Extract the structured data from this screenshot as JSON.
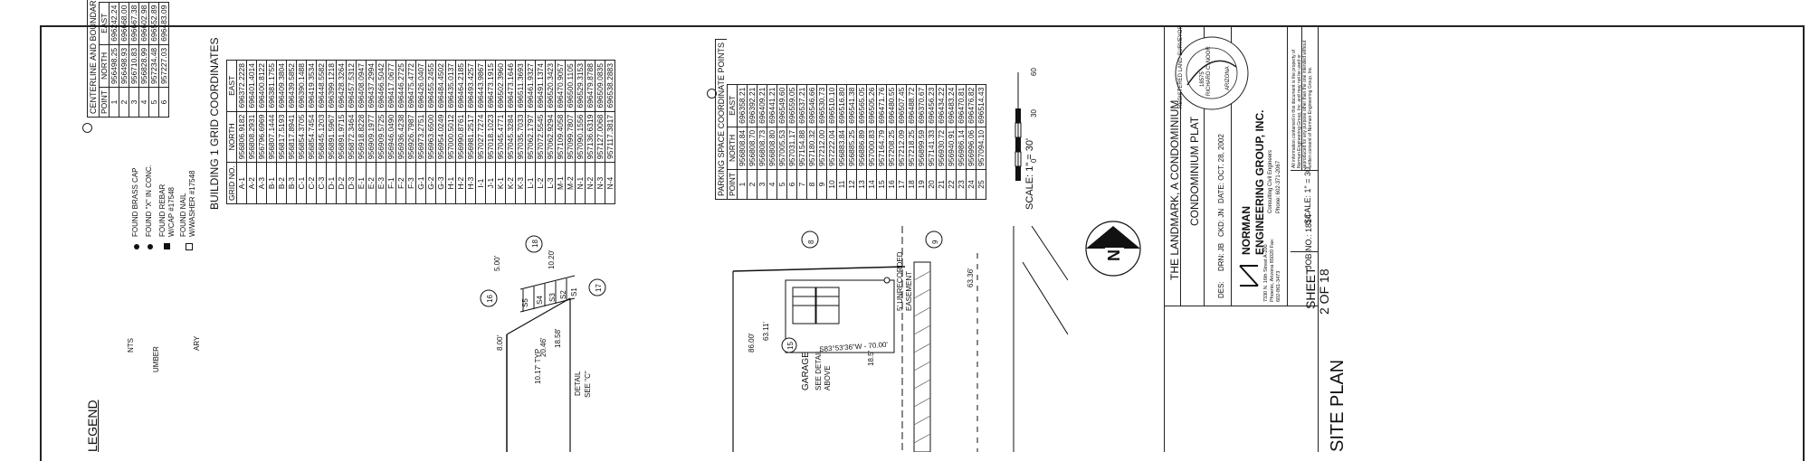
{
  "sheet": {
    "title": "SITE PLAN",
    "sheet_label": "SHEET",
    "sheet_number": "2",
    "sheet_of": "OF",
    "sheet_total": "18"
  },
  "legend": {
    "heading": "LEGEND",
    "items": [
      {
        "label": "FOUND BRASS CAP",
        "icon": "dot"
      },
      {
        "label": "FOUND \"X\" IN CONC.",
        "icon": "dot"
      },
      {
        "label": "FOUND REBAR W/CAP #17548",
        "icon": "square"
      },
      {
        "label": "FOUND NAIL W/WASHER #17548",
        "icon": "open-square"
      }
    ],
    "partial_left": [
      "NTS",
      "UMBER",
      "ARY"
    ]
  },
  "centerline_table": {
    "caption": "CENTERLINE AND BOUNDARY COORDINATES",
    "headers": [
      "POINT",
      "NORTH",
      "EAST"
    ],
    "rows": [
      [
        "1",
        "956498.25",
        "696242.24"
      ],
      [
        "2",
        "956498.93",
        "696668.00"
      ],
      [
        "3",
        "956710.83",
        "696667.38"
      ],
      [
        "4",
        "956828.99",
        "696602.98"
      ],
      [
        "5",
        "957234.48",
        "696552.89"
      ],
      [
        "6",
        "957227.03",
        "696483.09"
      ]
    ]
  },
  "building_table": {
    "caption": "BUILDING 1 GRID COORDINATES",
    "headers": [
      "GRID NO.",
      "NORTH",
      "EAST"
    ],
    "rows": [
      [
        "A-1",
        "956806.9182",
        "696372.2228"
      ],
      [
        "A-2",
        "956808.2931",
        "696401.4014"
      ],
      [
        "A-3",
        "956796.6969",
        "696400.8122"
      ],
      [
        "B-1",
        "956807.1444",
        "696381.1755"
      ],
      [
        "B-2",
        "956817.5193",
        "696409.3804"
      ],
      [
        "B-3",
        "956817.8941",
        "696439.5852"
      ],
      [
        "C-1",
        "956854.3705",
        "696390.1488"
      ],
      [
        "C-2",
        "956854.7454",
        "696419.3534"
      ],
      [
        "C-3",
        "956845.1203",
        "696448.5582"
      ],
      [
        "D-1",
        "956891.5967",
        "696399.1218"
      ],
      [
        "D-2",
        "956891.9715",
        "696428.3264"
      ],
      [
        "D-3",
        "956872.3464",
        "696457.5312"
      ],
      [
        "E-1",
        "956918.8228",
        "696408.0947"
      ],
      [
        "E-2",
        "956909.1977",
        "696437.2994"
      ],
      [
        "E-3",
        "956909.5725",
        "696466.5042"
      ],
      [
        "F-1",
        "956946.0490",
        "696417.0677"
      ],
      [
        "F-2",
        "956936.4238",
        "696446.2725"
      ],
      [
        "F-3",
        "956926.7987",
        "696475.4772"
      ],
      [
        "G-1",
        "956973.2751",
        "696426.0407"
      ],
      [
        "G-2",
        "956963.6500",
        "696455.2455"
      ],
      [
        "G-3",
        "956954.0249",
        "696484.4502"
      ],
      [
        "H-1",
        "957000.5012",
        "696435.0137"
      ],
      [
        "H-2",
        "956990.8761",
        "696464.2185"
      ],
      [
        "H-3",
        "956981.2517",
        "696493.4257"
      ],
      [
        "I-1",
        "957027.7274",
        "696443.9867"
      ],
      [
        "J-1",
        "957018.1023",
        "696473.1915"
      ],
      [
        "K-1",
        "957045.4771",
        "696502.3960"
      ],
      [
        "K-2",
        "957045.3284",
        "696473.1646"
      ],
      [
        "K-3",
        "957035.7033",
        "696511.3693"
      ],
      [
        "L-1",
        "957062.1797",
        "696461.9327"
      ],
      [
        "L-2",
        "957072.5545",
        "696491.1374"
      ],
      [
        "L-3",
        "957062.9294",
        "696520.3423"
      ],
      [
        "M-1",
        "957109.4058",
        "696470.9057"
      ],
      [
        "M-2",
        "957099.7807",
        "696500.1105"
      ],
      [
        "N-1",
        "957090.1556",
        "696529.3153"
      ],
      [
        "N-2",
        "957136.6319",
        "696479.8788"
      ],
      [
        "N-3",
        "957127.0068",
        "696509.0835"
      ],
      [
        "N-4",
        "957117.3817",
        "696538.2883"
      ]
    ]
  },
  "parking_table": {
    "caption": "PARKING SPACE COORDINATE POINTS",
    "headers": [
      "POINT",
      "NORTH",
      "EAST"
    ],
    "rows": [
      [
        "1",
        "956808.84",
        "696358.21"
      ],
      [
        "2",
        "956808.70",
        "696392.21"
      ],
      [
        "3",
        "956808.73",
        "696409.21"
      ],
      [
        "4",
        "956808.80",
        "696441.21"
      ],
      [
        "5",
        "957005.53",
        "696549.60"
      ],
      [
        "6",
        "957031.17",
        "696559.05"
      ],
      [
        "7",
        "957154.88",
        "696537.21"
      ],
      [
        "8",
        "957180.32",
        "696546.66"
      ],
      [
        "9",
        "957212.00",
        "696530.73"
      ],
      [
        "10",
        "957222.04",
        "696510.10"
      ],
      [
        "11",
        "956883.84",
        "696516.80"
      ],
      [
        "12",
        "956885.25",
        "696541.38"
      ],
      [
        "13",
        "956886.89",
        "696565.05"
      ],
      [
        "14",
        "957000.83",
        "696505.26"
      ],
      [
        "15",
        "957164.79",
        "696471.76"
      ],
      [
        "16",
        "957208.25",
        "696480.55"
      ],
      [
        "17",
        "957212.09",
        "696507.45"
      ],
      [
        "18",
        "957218.25",
        "696488.72"
      ],
      [
        "19",
        "956899.59",
        "696370.67"
      ],
      [
        "20",
        "957141.33",
        "696456.23"
      ],
      [
        "21",
        "956930.72",
        "696434.22"
      ],
      [
        "22",
        "956940.91",
        "696483.24"
      ],
      [
        "23",
        "956986.14",
        "696470.81"
      ],
      [
        "24",
        "956996.06",
        "696476.82"
      ],
      [
        "25",
        "957094.10",
        "696514.43"
      ]
    ]
  },
  "scale_bar": {
    "label": "SCALE:",
    "value": "1\" = 30'",
    "ticks": [
      "0",
      "30",
      "60"
    ]
  },
  "plan_labels": {
    "bearing": "S83°53'36\"W - 70.00'",
    "easement": "5' UNRECORDED EASEMENT",
    "garage": "GARAGE",
    "see_detail": "SEE DETAIL ABOVE",
    "dimension_1": "86.00'",
    "dimension_2": "63.11'",
    "dimension_3": "63.36'",
    "dimension_4": "18.5'",
    "typ_1": "10.17' TYP",
    "typ_2": "20.46'",
    "typ_3": "10.20'",
    "dim_small_1": "5.00'",
    "dim_small_2": "8.00'",
    "dim_small_3": "18.58'",
    "detail_ref": "SEE \"C\"",
    "detail_ref2": "DETAIL",
    "stalls": [
      "S5",
      "S4",
      "S3",
      "S2",
      "S1"
    ],
    "points": [
      "18",
      "16",
      "17",
      "8",
      "9",
      "15"
    ]
  },
  "title_block": {
    "project": "THE LANDMARK, A CONDOMINIUM",
    "drawing_title": "CONDOMINIUM PLAT",
    "des_label": "DES:",
    "drn_label": "DRN:",
    "drn_value": "JB",
    "ckd_label": "CKD:",
    "ckd_value": "JN",
    "date_label": "DATE:",
    "date_value": "OCT. 28, 2002",
    "firm_name_1": "NORMAN",
    "firm_name_2": "ENGINEERING GROUP, INC.",
    "firm_tagline": "Consulting Civil Engineers",
    "firm_address": "7330 N. 16th Street A-200 Phoenix, Arizona 85020 Fax: 602-861-3473",
    "firm_phone": "Phone: 602-371-2067",
    "seal_text": "REGISTERED LAND SURVEYOR",
    "seal_number": "18575",
    "seal_name": "RICHARD C. NOOR",
    "seal_state": "ARIZONA",
    "disclaimer": "All information contained in this document is the property of Norman Engineering Group, Inc. and may not be used or reproduced for any purpose other than the one intended without written consent of Norman Engineering Group, Inc.",
    "scale_label": "SCALE:",
    "scale_value": "1\" = 30'",
    "job_label": "JOB NO.:",
    "job_value": "1814"
  },
  "north_arrow": {
    "letter": "N"
  }
}
